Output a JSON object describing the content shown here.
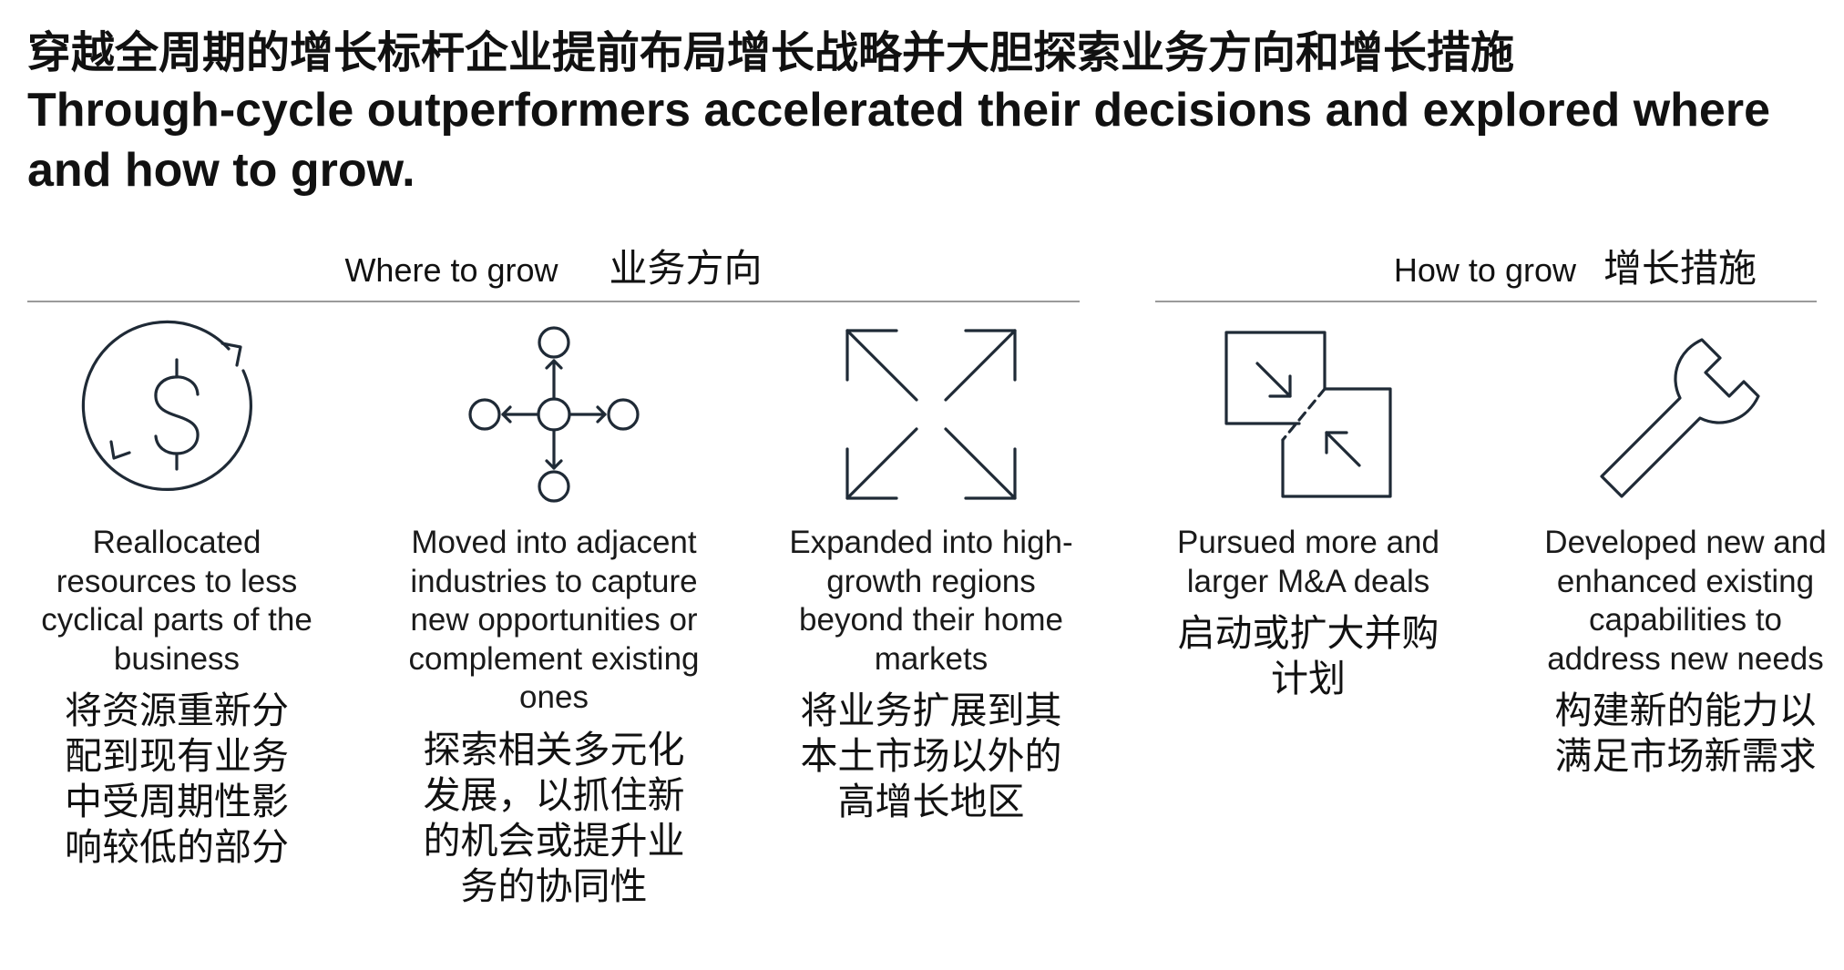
{
  "title": {
    "cn": "穿越全周期的增长标杆企业提前布局增长战略并大胆探索业务方向和增长措施",
    "en": "Through-cycle outperformers accelerated their decisions and explored where and how to grow."
  },
  "sections": [
    {
      "en": "Where to grow",
      "cn": "业务方向"
    },
    {
      "en": "How to grow",
      "cn": "增长措施"
    }
  ],
  "columns": [
    {
      "icon": "dollar-cycle-icon",
      "en": "Reallocated resources to less cyclical parts of the business",
      "cn": "将资源重新分配到现有业务中受周期性影响较低的部分"
    },
    {
      "icon": "adjacent-nodes-icon",
      "en": "Moved into adjacent industries to capture new opportunities or complement existing ones",
      "cn": "探索相关多元化发展，以抓住新的机会或提升业务的协同性"
    },
    {
      "icon": "expand-arrows-icon",
      "en": "Expanded into high-growth regions beyond their home markets",
      "cn": "将业务扩展到其本土市场以外的高增长地区"
    },
    {
      "icon": "merge-squares-icon",
      "en": "Pursued more and larger M&A deals",
      "cn": "启动或扩大并购计划"
    },
    {
      "icon": "wrench-icon",
      "en": "Developed new and enhanced existing capabilities to address new needs",
      "cn": "构建新的能力以满足市场新需求"
    }
  ],
  "colors": {
    "icon_stroke": "#1f2a36",
    "divider": "#9a9a9a"
  }
}
